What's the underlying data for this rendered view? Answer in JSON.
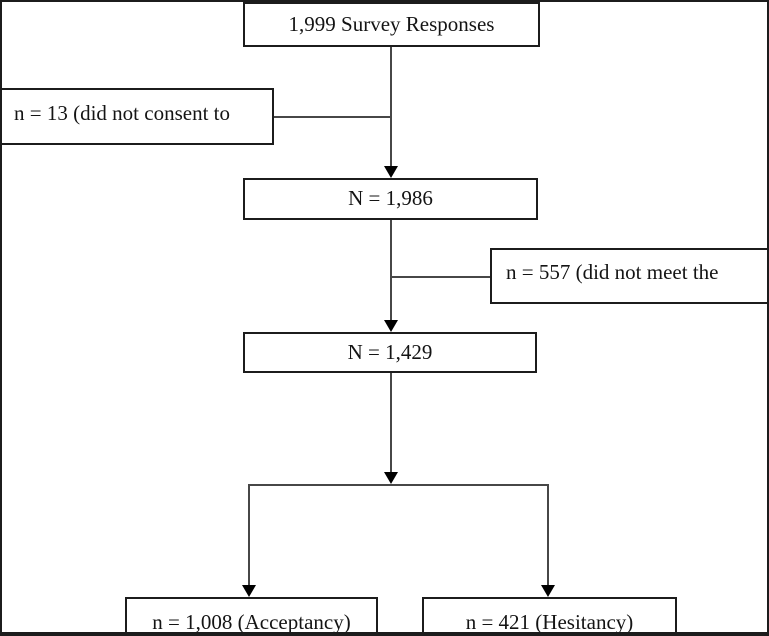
{
  "diagram": {
    "type": "flowchart",
    "style": "CONSORT-style participant flow",
    "nodes": {
      "total": {
        "label": "1,999 Survey Responses",
        "value": 1999
      },
      "excluded_no_consent": {
        "label": "n = 13 (did not consent to",
        "value": 13,
        "truncated": true
      },
      "consented": {
        "label": "N = 1,986",
        "value": 1986
      },
      "excluded_not_meet": {
        "label": "n = 557 (did not meet the",
        "value": 557,
        "truncated": true
      },
      "eligible": {
        "label": "N = 1,429",
        "value": 1429
      },
      "acceptancy": {
        "label": "n = 1,008 (Acceptancy)",
        "value": 1008
      },
      "hesitancy": {
        "label": "n = 421 (Hesitancy)",
        "value": 421
      }
    },
    "edges": [
      {
        "from": "total",
        "to": "consented",
        "arrow": true
      },
      {
        "from": "total-consented-connector",
        "to": "excluded_no_consent",
        "arrow": false,
        "side": "left"
      },
      {
        "from": "consented",
        "to": "eligible",
        "arrow": true
      },
      {
        "from": "consented-eligible-connector",
        "to": "excluded_not_meet",
        "arrow": false,
        "side": "right"
      },
      {
        "from": "eligible",
        "to": "acceptancy",
        "arrow": true
      },
      {
        "from": "eligible",
        "to": "hesitancy",
        "arrow": true
      }
    ],
    "colors": {
      "background": "#ffffff",
      "border": "#1c1c1c",
      "line": "#474747",
      "arrow": "#000000",
      "text": "#141414"
    }
  }
}
